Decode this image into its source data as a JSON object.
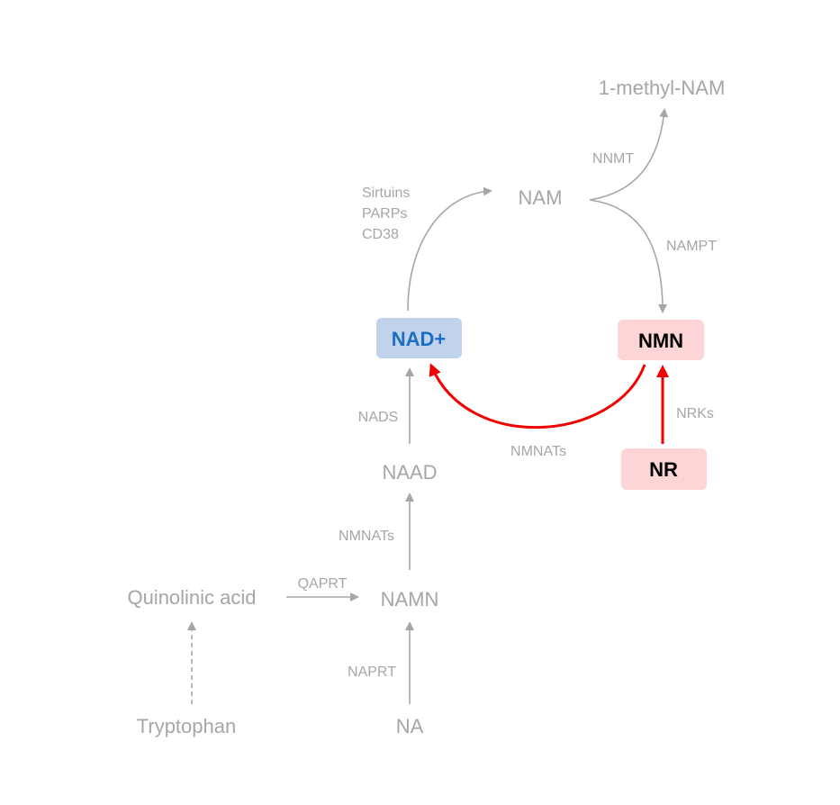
{
  "nodes": {
    "methyl_nam": "1-methyl-NAM",
    "nam": "NAM",
    "nad": "NAD+",
    "nmn": "NMN",
    "nr": "NR",
    "naad": "NAAD",
    "namn": "NAMN",
    "quinolinic": "Quinolinic acid",
    "tryptophan": "Tryptophan",
    "na": "NA"
  },
  "enzymes": {
    "nnmt": "NNMT",
    "nampt": "NAMPT",
    "consumers": [
      "Sirtuins",
      "PARPs",
      "CD38"
    ],
    "nads": "NADS",
    "nmnats_red": "NMNATs",
    "nrks": "NRKs",
    "nmnats": "NMNATs",
    "qaprt": "QAPRT",
    "naprt": "NAPRT"
  },
  "colors": {
    "grey": "#a6a6a6",
    "red": "#f00000",
    "nad_fill": "#c1d3ec",
    "nad_text": "#1a6fc4",
    "nmn_fill": "#fdd5d6"
  }
}
